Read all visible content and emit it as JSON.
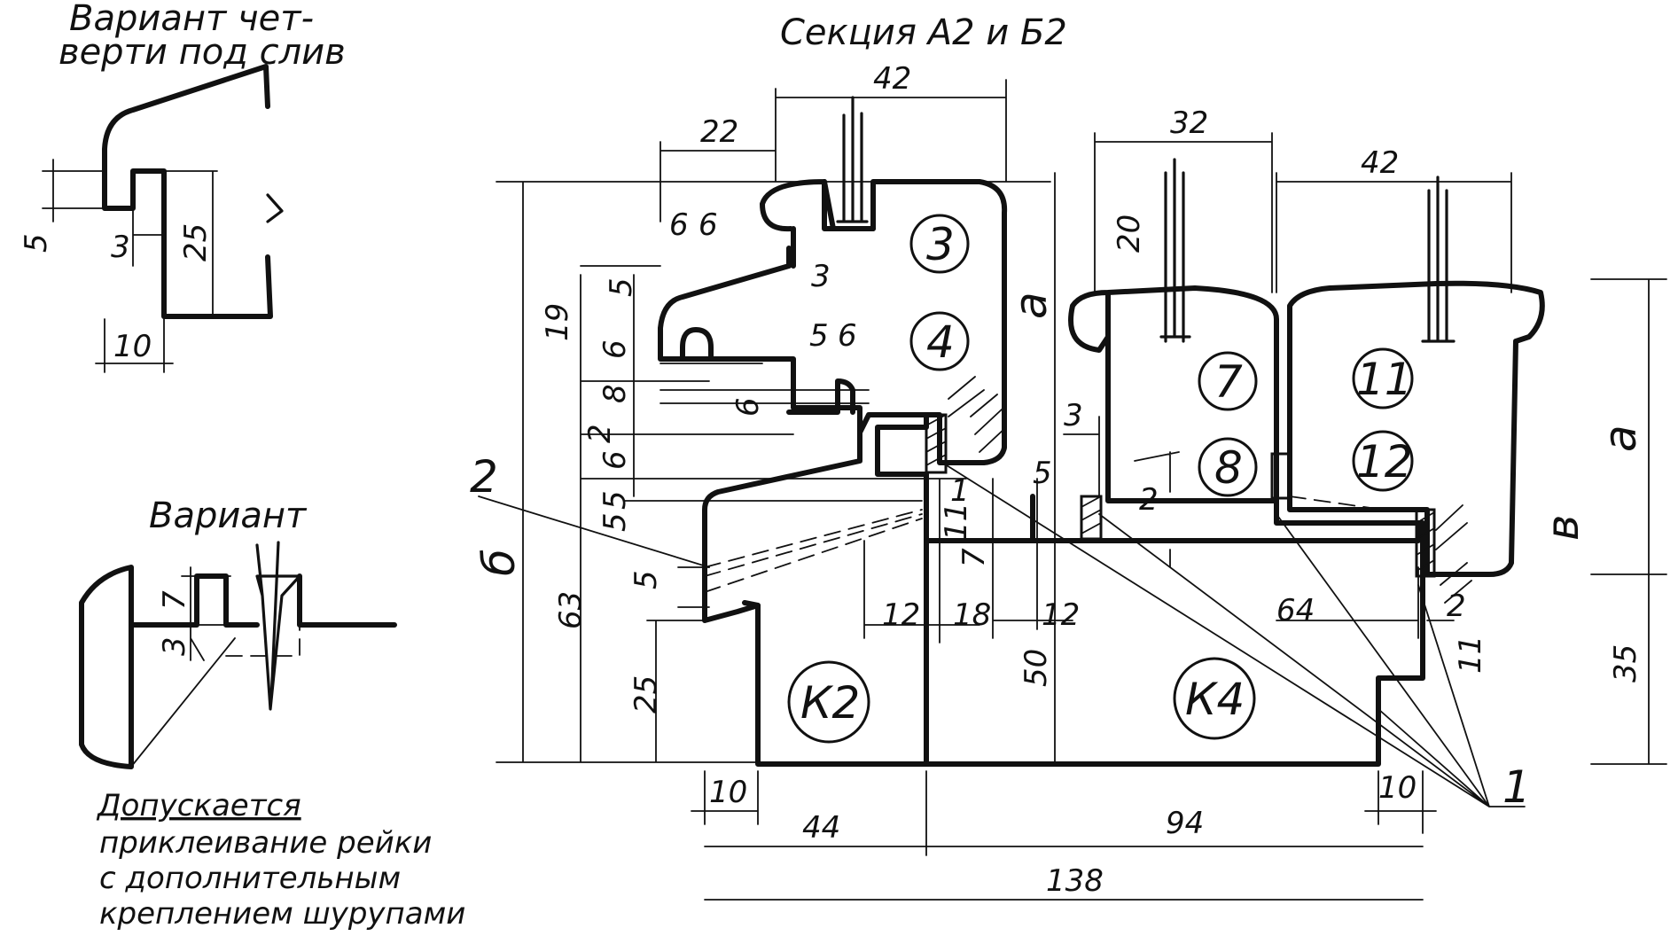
{
  "labels": {
    "section_title": "Секция А2 и Б2",
    "variant_quarter_line1": "Вариант чет-",
    "variant_quarter_line2": "верти под слив",
    "variant": "Вариант",
    "note_line1": "Допускается",
    "note_line2": "приклеивание рейки",
    "note_line3": "с дополнительным",
    "note_line4": "креплением шурупами"
  },
  "parts": {
    "p3": "3",
    "p4": "4",
    "p7": "7",
    "p8": "8",
    "p11": "11",
    "p12": "12",
    "k2": "К2",
    "k4": "К4"
  },
  "leaders": {
    "one": "1",
    "two": "2"
  },
  "dimensions": {
    "d42_top": "42",
    "d22": "22",
    "d32": "32",
    "d42_right": "42",
    "d20": "20",
    "d6a": "6",
    "d6b": "6",
    "d3_top": "3",
    "d5_top": "5",
    "d19": "19",
    "d6_left": "6",
    "d8": "8",
    "d5b": "5",
    "d6c": "6",
    "d6_in": "6",
    "d2_left": "2",
    "d6_mid": "6",
    "d5_mid": "5",
    "d5_low": "5",
    "d63": "63",
    "d25_left": "25",
    "d5_k2": "5",
    "d1_top": "1",
    "d7_mid": "7",
    "d11_mid": "11",
    "d12_left": "12",
    "d18": "18",
    "d12_mid": "12",
    "d50": "50",
    "d3_r": "3",
    "d5_r": "5",
    "d2_r": "2",
    "d64": "64",
    "d2_rr": "2",
    "d11_rr": "11",
    "d35": "35",
    "d_a_left": "a",
    "d_a_right": "a",
    "d_b_left": "б",
    "d_b_right": "в",
    "d10_left": "10",
    "d44": "44",
    "d94": "94",
    "d10_right": "10",
    "d138": "138",
    "vq_5": "5",
    "vq_3": "3",
    "vq_25": "25",
    "vq_10": "10",
    "v_7": "7",
    "v_3": "3"
  }
}
